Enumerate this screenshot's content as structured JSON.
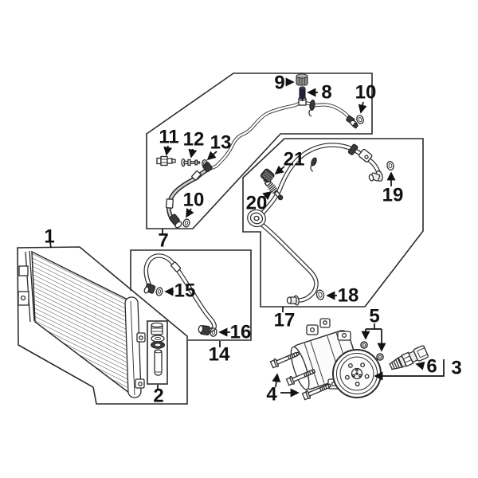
{
  "colors": {
    "ink": "#2b2b2b",
    "label": "#111111",
    "bg": "#ffffff"
  },
  "callouts": {
    "c1": {
      "label": "1"
    },
    "c2": {
      "label": "2"
    },
    "c3": {
      "label": "3"
    },
    "c4": {
      "label": "4"
    },
    "c5": {
      "label": "5"
    },
    "c6": {
      "label": "6"
    },
    "c7": {
      "label": "7"
    },
    "c8": {
      "label": "8"
    },
    "c9": {
      "label": "9"
    },
    "c10a": {
      "label": "10"
    },
    "c10b": {
      "label": "10"
    },
    "c11": {
      "label": "11"
    },
    "c12": {
      "label": "12"
    },
    "c13": {
      "label": "13"
    },
    "c14": {
      "label": "14"
    },
    "c15": {
      "label": "15"
    },
    "c16": {
      "label": "16"
    },
    "c17": {
      "label": "17"
    },
    "c18": {
      "label": "18"
    },
    "c19": {
      "label": "19"
    },
    "c20": {
      "label": "20"
    },
    "c21": {
      "label": "21"
    }
  }
}
